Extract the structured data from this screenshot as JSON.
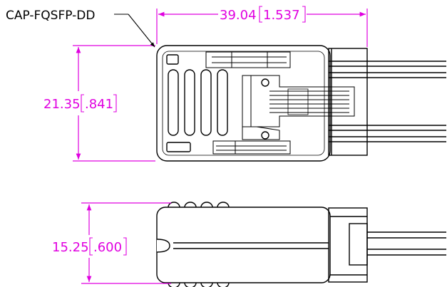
{
  "part_label": "CAP-FQSFP-DD",
  "dimensions": {
    "length": {
      "metric": "39.04",
      "imperial": "1.537"
    },
    "width": {
      "metric": "21.35",
      "imperial": ".841"
    },
    "height": {
      "metric": "15.25",
      "imperial": ".600"
    }
  },
  "colors": {
    "dimension": "#e000e0",
    "outline": "#000000",
    "background": "#ffffff"
  }
}
